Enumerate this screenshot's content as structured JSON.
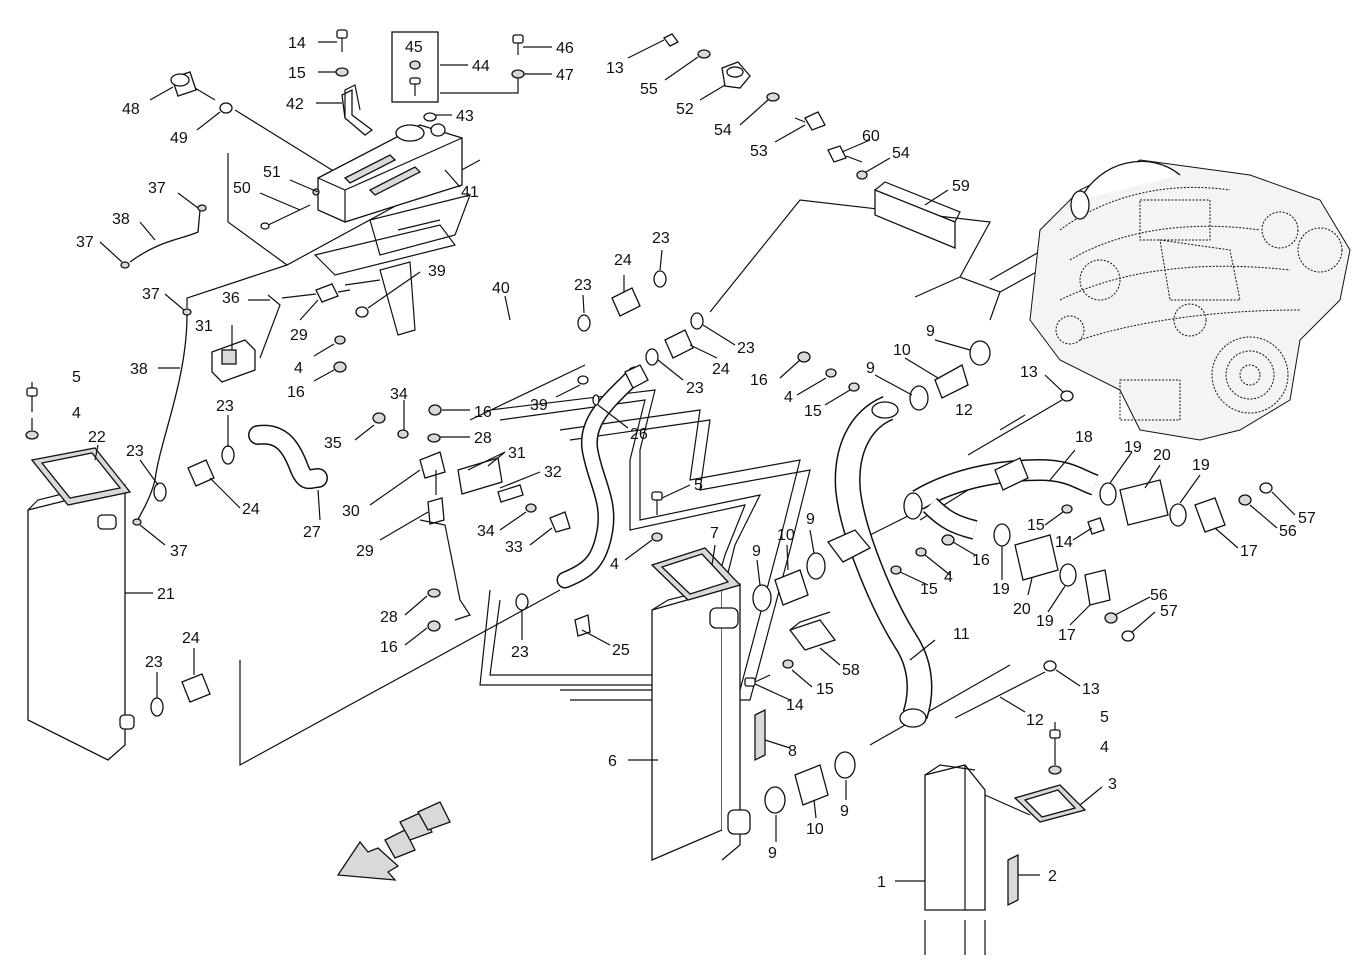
{
  "callouts": [
    {
      "id": "c14a",
      "text": "14"
    },
    {
      "id": "c15a",
      "text": "15"
    },
    {
      "id": "c42",
      "text": "42"
    },
    {
      "id": "c45",
      "text": "45"
    },
    {
      "id": "c44",
      "text": "44"
    },
    {
      "id": "c46",
      "text": "46"
    },
    {
      "id": "c47",
      "text": "47"
    },
    {
      "id": "c13a",
      "text": "13"
    },
    {
      "id": "c55",
      "text": "55"
    },
    {
      "id": "c52",
      "text": "52"
    },
    {
      "id": "c54a",
      "text": "54"
    },
    {
      "id": "c53",
      "text": "53"
    },
    {
      "id": "c48",
      "text": "48"
    },
    {
      "id": "c49",
      "text": "49"
    },
    {
      "id": "c43",
      "text": "43"
    },
    {
      "id": "c41",
      "text": "41"
    },
    {
      "id": "c51",
      "text": "51"
    },
    {
      "id": "c50",
      "text": "50"
    },
    {
      "id": "c60",
      "text": "60"
    },
    {
      "id": "c54b",
      "text": "54"
    },
    {
      "id": "c59",
      "text": "59"
    },
    {
      "id": "c37a",
      "text": "37"
    },
    {
      "id": "c38a",
      "text": "38"
    },
    {
      "id": "c37b",
      "text": "37"
    },
    {
      "id": "c37c",
      "text": "37"
    },
    {
      "id": "c36",
      "text": "36"
    },
    {
      "id": "c39a",
      "text": "39"
    },
    {
      "id": "c40",
      "text": "40"
    },
    {
      "id": "c23a",
      "text": "23"
    },
    {
      "id": "c24a",
      "text": "24"
    },
    {
      "id": "c23b",
      "text": "23"
    },
    {
      "id": "c31a",
      "text": "31"
    },
    {
      "id": "c29a",
      "text": "29"
    },
    {
      "id": "c4a",
      "text": "4"
    },
    {
      "id": "c16a",
      "text": "16"
    },
    {
      "id": "c23c",
      "text": "23"
    },
    {
      "id": "c24b",
      "text": "24"
    },
    {
      "id": "c23d",
      "text": "23"
    },
    {
      "id": "c9a",
      "text": "9"
    },
    {
      "id": "c10a",
      "text": "10"
    },
    {
      "id": "c9b",
      "text": "9"
    },
    {
      "id": "c16b",
      "text": "16"
    },
    {
      "id": "c4b",
      "text": "4"
    },
    {
      "id": "c15b",
      "text": "15"
    },
    {
      "id": "c13b",
      "text": "13"
    },
    {
      "id": "c38b",
      "text": "38"
    },
    {
      "id": "c5a",
      "text": "5"
    },
    {
      "id": "c4c",
      "text": "4"
    },
    {
      "id": "c22",
      "text": "22"
    },
    {
      "id": "c23e",
      "text": "23"
    },
    {
      "id": "c23f",
      "text": "23"
    },
    {
      "id": "c24c",
      "text": "24"
    },
    {
      "id": "c37d",
      "text": "37"
    },
    {
      "id": "c27",
      "text": "27"
    },
    {
      "id": "c34a",
      "text": "34"
    },
    {
      "id": "c35",
      "text": "35"
    },
    {
      "id": "c16c",
      "text": "16"
    },
    {
      "id": "c28a",
      "text": "28"
    },
    {
      "id": "c39b",
      "text": "39"
    },
    {
      "id": "c26",
      "text": "26"
    },
    {
      "id": "c12a",
      "text": "12"
    },
    {
      "id": "c31b",
      "text": "31"
    },
    {
      "id": "c32",
      "text": "32"
    },
    {
      "id": "c30",
      "text": "30"
    },
    {
      "id": "c29b",
      "text": "29"
    },
    {
      "id": "c34b",
      "text": "34"
    },
    {
      "id": "c33",
      "text": "33"
    },
    {
      "id": "c5b",
      "text": "5"
    },
    {
      "id": "c4d",
      "text": "4"
    },
    {
      "id": "c18",
      "text": "18"
    },
    {
      "id": "c19a",
      "text": "19"
    },
    {
      "id": "c20a",
      "text": "20"
    },
    {
      "id": "c19b",
      "text": "19"
    },
    {
      "id": "c57a",
      "text": "57"
    },
    {
      "id": "c56a",
      "text": "56"
    },
    {
      "id": "c17a",
      "text": "17"
    },
    {
      "id": "c15c",
      "text": "15"
    },
    {
      "id": "c14b",
      "text": "14"
    },
    {
      "id": "c7",
      "text": "7"
    },
    {
      "id": "c9c",
      "text": "9"
    },
    {
      "id": "c10b",
      "text": "10"
    },
    {
      "id": "c9d",
      "text": "9"
    },
    {
      "id": "c16d",
      "text": "16"
    },
    {
      "id": "c4e",
      "text": "4"
    },
    {
      "id": "c15d",
      "text": "15"
    },
    {
      "id": "c19c",
      "text": "19"
    },
    {
      "id": "c20b",
      "text": "20"
    },
    {
      "id": "c19d",
      "text": "19"
    },
    {
      "id": "c17b",
      "text": "17"
    },
    {
      "id": "c56b",
      "text": "56"
    },
    {
      "id": "c57b",
      "text": "57"
    },
    {
      "id": "c21",
      "text": "21"
    },
    {
      "id": "c28b",
      "text": "28"
    },
    {
      "id": "c16e",
      "text": "16"
    },
    {
      "id": "c23g",
      "text": "23"
    },
    {
      "id": "c25",
      "text": "25"
    },
    {
      "id": "c11",
      "text": "11"
    },
    {
      "id": "c58",
      "text": "58"
    },
    {
      "id": "c23h",
      "text": "23"
    },
    {
      "id": "c24d",
      "text": "24"
    },
    {
      "id": "c15e",
      "text": "15"
    },
    {
      "id": "c14c",
      "text": "14"
    },
    {
      "id": "c13c",
      "text": "13"
    },
    {
      "id": "c12b",
      "text": "12"
    },
    {
      "id": "c8",
      "text": "8"
    },
    {
      "id": "c5c",
      "text": "5"
    },
    {
      "id": "c4f",
      "text": "4"
    },
    {
      "id": "c3",
      "text": "3"
    },
    {
      "id": "c6",
      "text": "6"
    },
    {
      "id": "c9e",
      "text": "9"
    },
    {
      "id": "c10c",
      "text": "10"
    },
    {
      "id": "c9f",
      "text": "9"
    },
    {
      "id": "c1",
      "text": "1"
    },
    {
      "id": "c2",
      "text": "2"
    }
  ]
}
